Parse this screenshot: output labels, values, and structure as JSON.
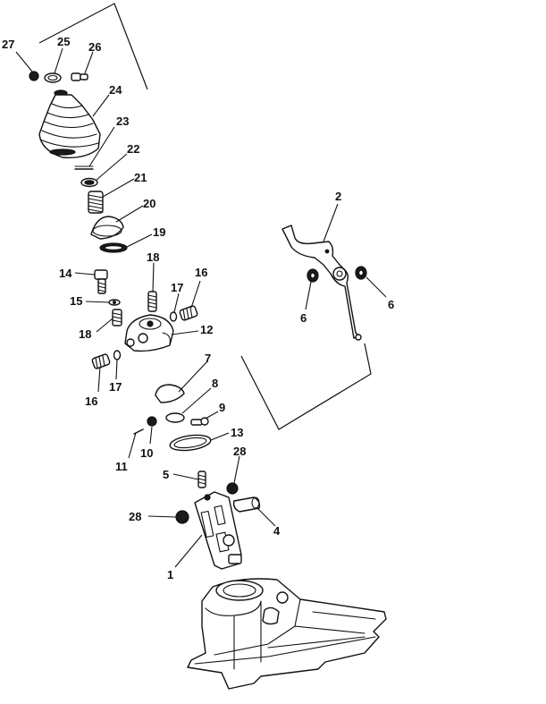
{
  "callouts": [
    "27",
    "25",
    "26",
    "24",
    "23",
    "22",
    "21",
    "20",
    "19",
    "18",
    "14",
    "15",
    "17",
    "16",
    "18",
    "12",
    "16",
    "17",
    "7",
    "8",
    "9",
    "10",
    "11",
    "13",
    "28",
    "5",
    "28",
    "4",
    "1",
    "2",
    "6",
    "6"
  ]
}
